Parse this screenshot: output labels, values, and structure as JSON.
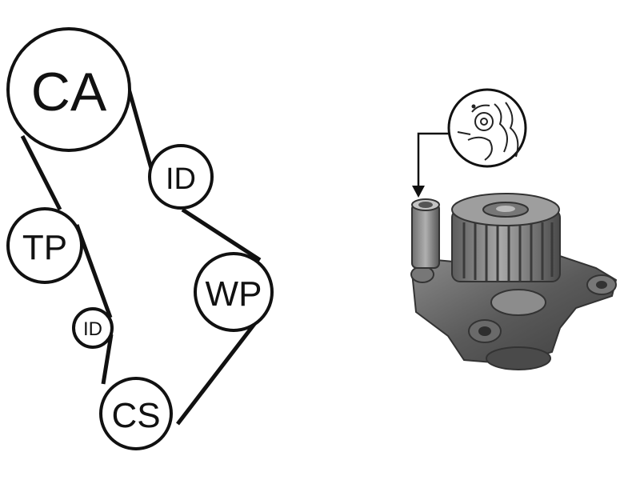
{
  "diagram": {
    "pulleys": {
      "ca": "CA",
      "id_upper": "ID",
      "tp": "TP",
      "wp": "WP",
      "id_lower": "ID",
      "cs": "CS"
    }
  },
  "colors": {
    "line": "#111111",
    "pump_dark": "#4a4a4a",
    "pump_mid": "#6b6b6b",
    "pump_light": "#9a9a9a"
  },
  "icons": {
    "pump": "water-pump-photo-icon",
    "detail": "mounting-detail-callout-icon",
    "arrow": "arrow-down-icon"
  }
}
